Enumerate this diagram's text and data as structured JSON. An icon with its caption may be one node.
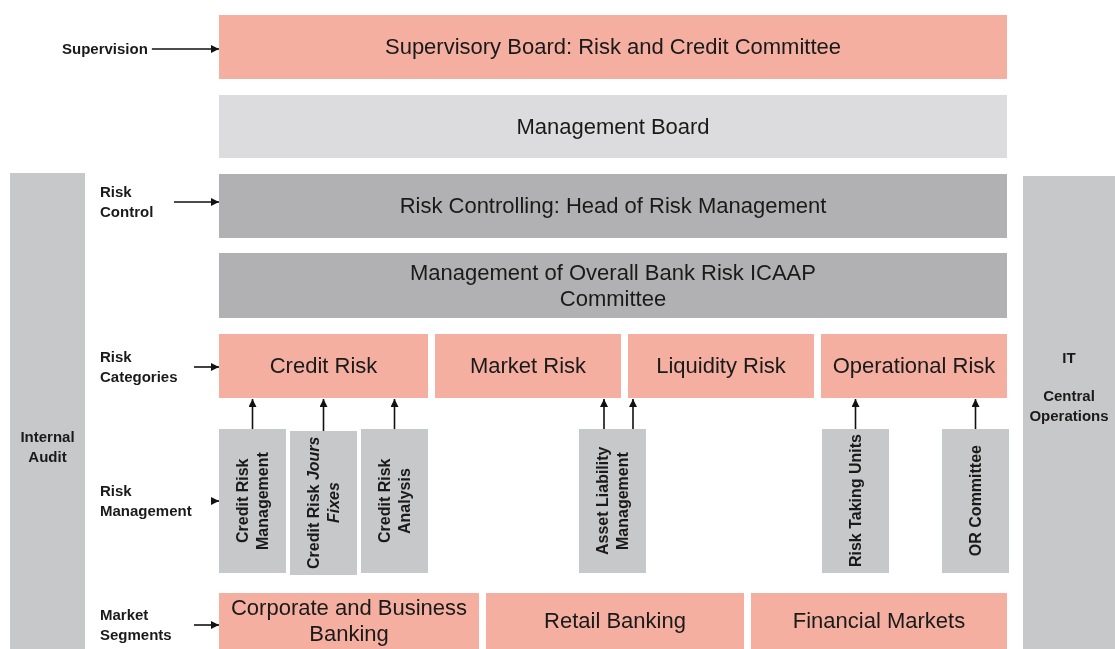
{
  "diagram": {
    "nodes": [
      {
        "text": [
          "Supervision"
        ]
      },
      {
        "text": [
          "Supervisory Board: Risk and Credit Committee"
        ]
      },
      {
        "text": [
          "Management Board"
        ]
      },
      {
        "text": [
          "Internal Audit"
        ]
      },
      {
        "text": [
          "Risk Control"
        ]
      },
      {
        "text": [
          "Risk Controlling: Head of Risk Management"
        ]
      },
      {
        "text": [
          "Management of Overall Bank Risk ICAAP Committee"
        ]
      },
      {
        "text": [
          "IT",
          "Central Operations"
        ]
      },
      {
        "text": [
          "Risk Categories"
        ]
      },
      {
        "text": [
          "Credit Risk"
        ]
      },
      {
        "text": [
          "Market Risk"
        ]
      },
      {
        "text": [
          "Liquidity Risk"
        ]
      },
      {
        "text": [
          "Operational Risk"
        ]
      },
      {
        "text": [
          "Risk Management"
        ]
      },
      {
        "text": [
          "Credit Risk Management"
        ]
      },
      {
        "text": [
          "Credit Risk *Jours Fixes*"
        ]
      },
      {
        "text": [
          "Credit Risk Analysis"
        ]
      },
      {
        "text": [
          "Asset Liability Management"
        ]
      },
      {
        "text": [
          "Risk Taking Units"
        ]
      },
      {
        "text": [
          "OR Committee"
        ]
      },
      {
        "text": [
          "Market Segments"
        ]
      },
      {
        "text": [
          "Corporate and Business Banking"
        ]
      },
      {
        "text": [
          "Retail Banking"
        ]
      },
      {
        "text": [
          "Financial Markets"
        ]
      }
    ],
    "edges": [
      {
        "from": 0,
        "to": 1,
        "arrow": "to"
      },
      {
        "from": 4,
        "to": 5,
        "arrow": "to"
      },
      {
        "from": 8,
        "to": 9,
        "arrow": "to"
      },
      {
        "from": 13,
        "to": 14,
        "arrow": "to"
      },
      {
        "from": 14,
        "to": 9,
        "arrow": "to"
      },
      {
        "from": 15,
        "to": 9,
        "arrow": "to"
      },
      {
        "from": 16,
        "to": 9,
        "arrow": "to"
      },
      {
        "from": 17,
        "to": 10,
        "arrow": "to"
      },
      {
        "from": 17,
        "to": 11,
        "arrow": "to"
      },
      {
        "from": 18,
        "to": 12,
        "arrow": "to"
      },
      {
        "from": 19,
        "to": 12,
        "arrow": "to"
      },
      {
        "from": 20,
        "to": 21,
        "arrow": "to"
      }
    ]
  }
}
